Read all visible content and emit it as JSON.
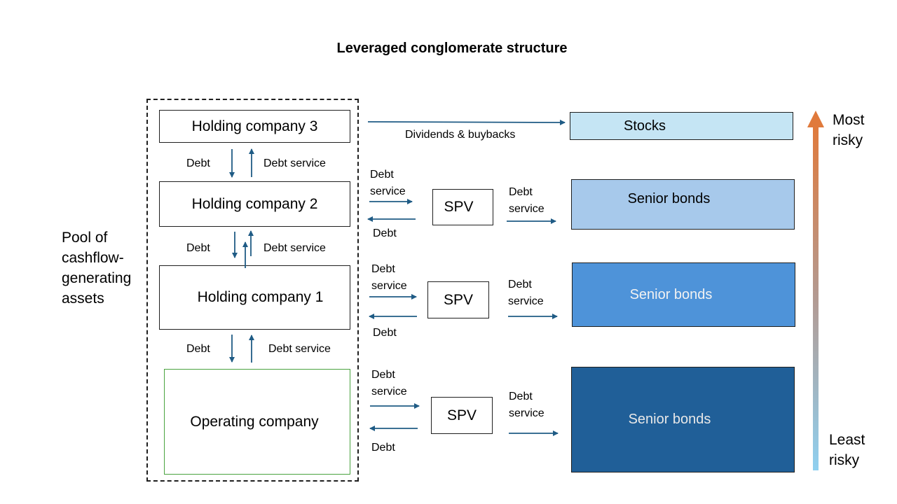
{
  "title": "Leveraged conglomerate structure",
  "pool_label": [
    "Pool of",
    "cashflow-",
    "generating",
    "assets"
  ],
  "entities": {
    "holding3": "Holding company 3",
    "holding2": "Holding company 2",
    "holding1": "Holding company 1",
    "operating": "Operating company"
  },
  "spv_label": "SPV",
  "securities": {
    "stocks": "Stocks",
    "senior_bonds": "Senior bonds"
  },
  "flows": {
    "debt": "Debt",
    "debt_service": "Debt service",
    "dividends_buybacks": "Dividends & buybacks"
  },
  "risk_scale": {
    "top": [
      "Most",
      "risky"
    ],
    "bottom": [
      "Least",
      "risky"
    ]
  },
  "colors": {
    "stocks_fill": "#c5e5f4",
    "bonds_1_fill": "#a7c9eb",
    "bonds_2_fill": "#4e93d9",
    "bonds_3_fill": "#205f98",
    "arrow": "#1f5b85",
    "operating_border": "#4aa33f",
    "risk_top": "#e07a3c",
    "risk_bottom": "#8fd0f0"
  }
}
